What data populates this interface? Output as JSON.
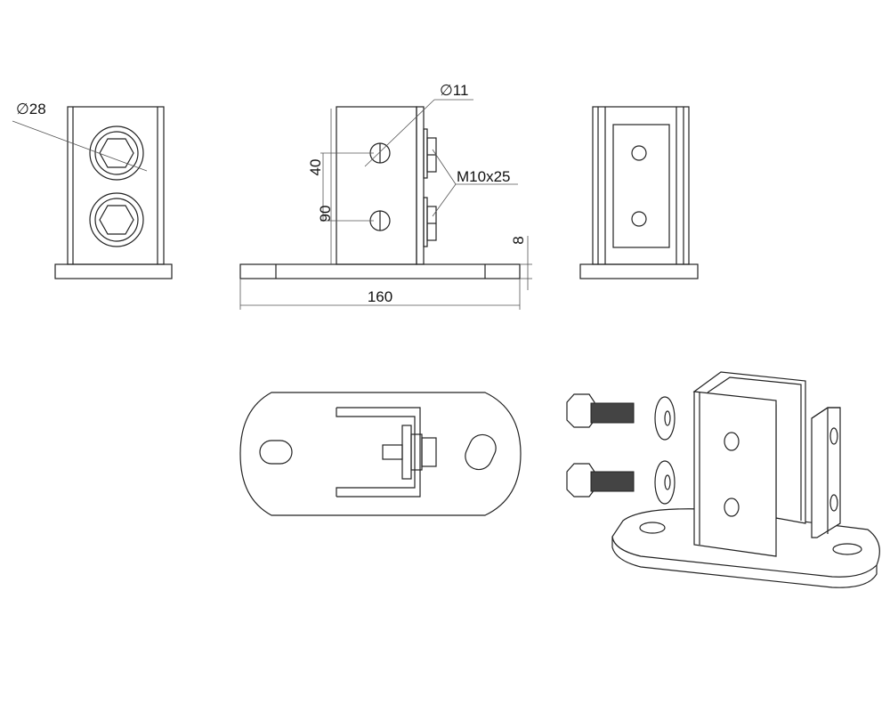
{
  "drawing": {
    "dimensions": {
      "washer_diameter": "∅28",
      "hole_diameter": "∅11",
      "bolt_spec": "M10x25",
      "hole_spacing": "40",
      "height": "90",
      "plate_thickness": "8",
      "plate_length": "160"
    },
    "colors": {
      "line": "#222222",
      "background": "#ffffff"
    }
  }
}
